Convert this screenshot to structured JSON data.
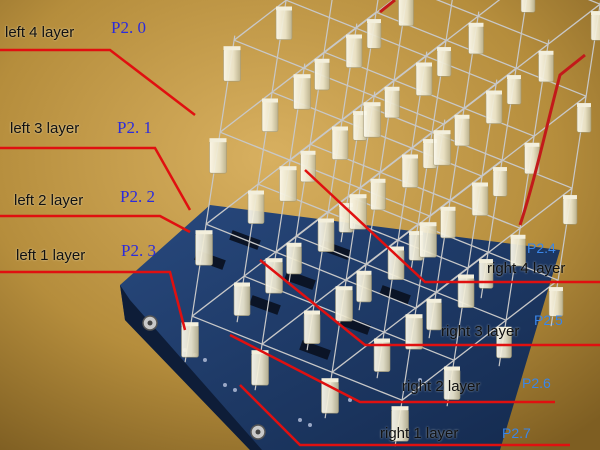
{
  "photo": {
    "subject": "4x4x4 LED cube soldered on a blue circuit board",
    "colors": {
      "background": "#b58d3c",
      "board": "#1e3a6a",
      "led": "#f3efdc",
      "wire": "#c8c8c8",
      "annotation_line": "#e01010"
    }
  },
  "labels": {
    "left": [
      {
        "layer": "left 4 layer",
        "pin": "P2. 0"
      },
      {
        "layer": "left 3 layer",
        "pin": "P2. 1"
      },
      {
        "layer": "left 2 layer",
        "pin": "P2. 2"
      },
      {
        "layer": "left 1 layer",
        "pin": "P2. 3"
      }
    ],
    "right": [
      {
        "layer": "right 4 layer",
        "pin": "P2.4"
      },
      {
        "layer": "right 3 layer",
        "pin": "P2.5"
      },
      {
        "layer": "right 2 layer",
        "pin": "P2.6"
      },
      {
        "layer": "right 1 layer",
        "pin": "P2.7"
      }
    ]
  }
}
